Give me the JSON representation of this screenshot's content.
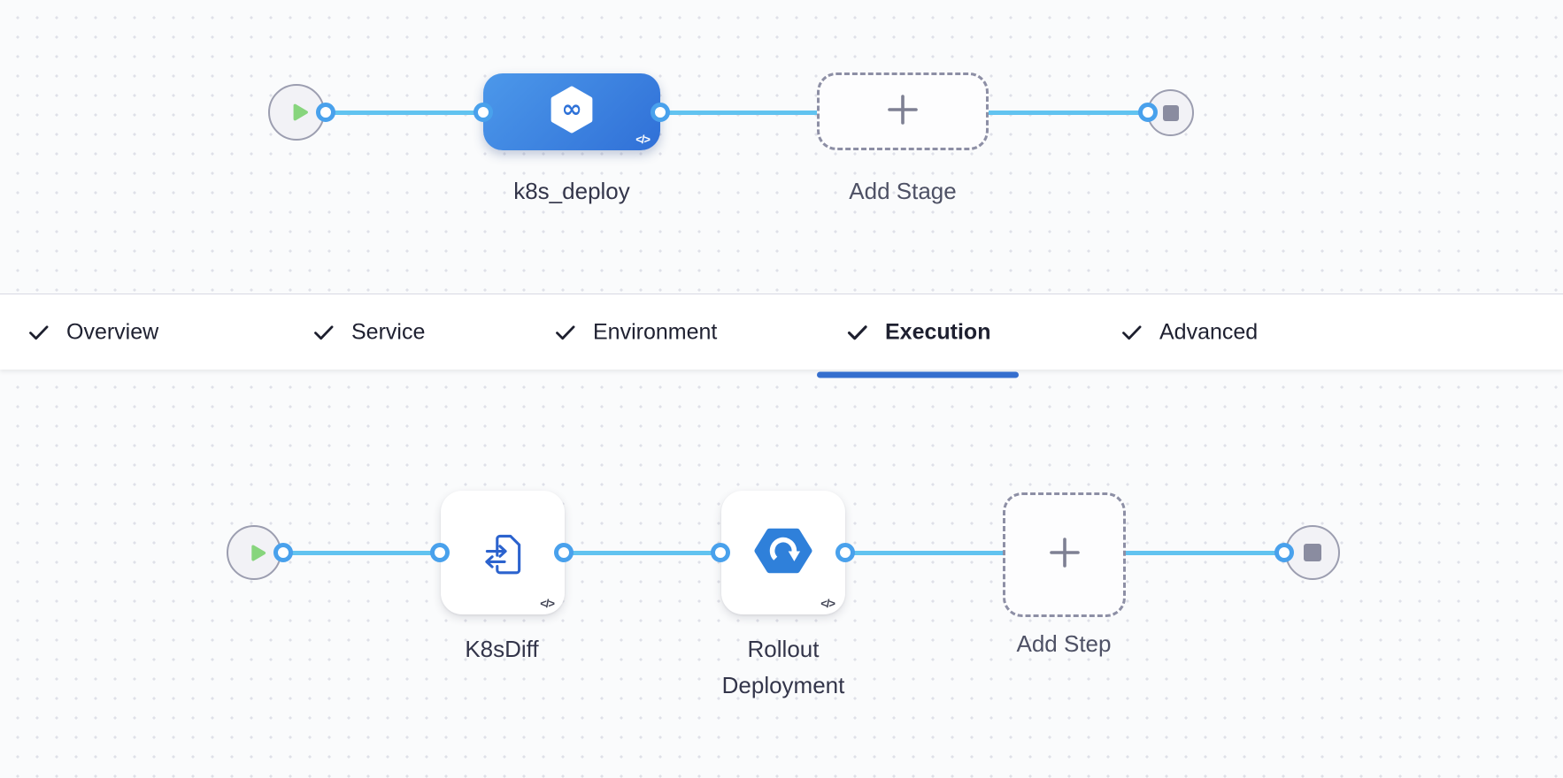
{
  "stage_canvas": {
    "stage": {
      "name": "k8s_deploy",
      "code_badge": "</>",
      "icon": "harness-pipeline-icon"
    },
    "add_stage_label": "Add Stage"
  },
  "tab_bar": {
    "tabs": [
      {
        "label": "Overview",
        "checked": true,
        "active": false
      },
      {
        "label": "Service",
        "checked": true,
        "active": false
      },
      {
        "label": "Environment",
        "checked": true,
        "active": false
      },
      {
        "label": "Execution",
        "checked": true,
        "active": true
      },
      {
        "label": "Advanced",
        "checked": true,
        "active": false
      }
    ]
  },
  "execution_canvas": {
    "steps": [
      {
        "name": "K8sDiff",
        "code_badge": "</>",
        "icon": "k8s-diff-icon"
      },
      {
        "name": "Rollout Deployment",
        "code_badge": "</>",
        "icon": "rollout-deployment-icon"
      }
    ],
    "add_step_label": "Add Step"
  },
  "colors": {
    "connector_line": "#61C3F0",
    "connector_port": "#49A1EC",
    "stage_node_blue": "#3B82E0",
    "active_tab_underline": "#366FCE",
    "play_green": "#87D57D",
    "end_square_gray": "#8A8CA0"
  }
}
